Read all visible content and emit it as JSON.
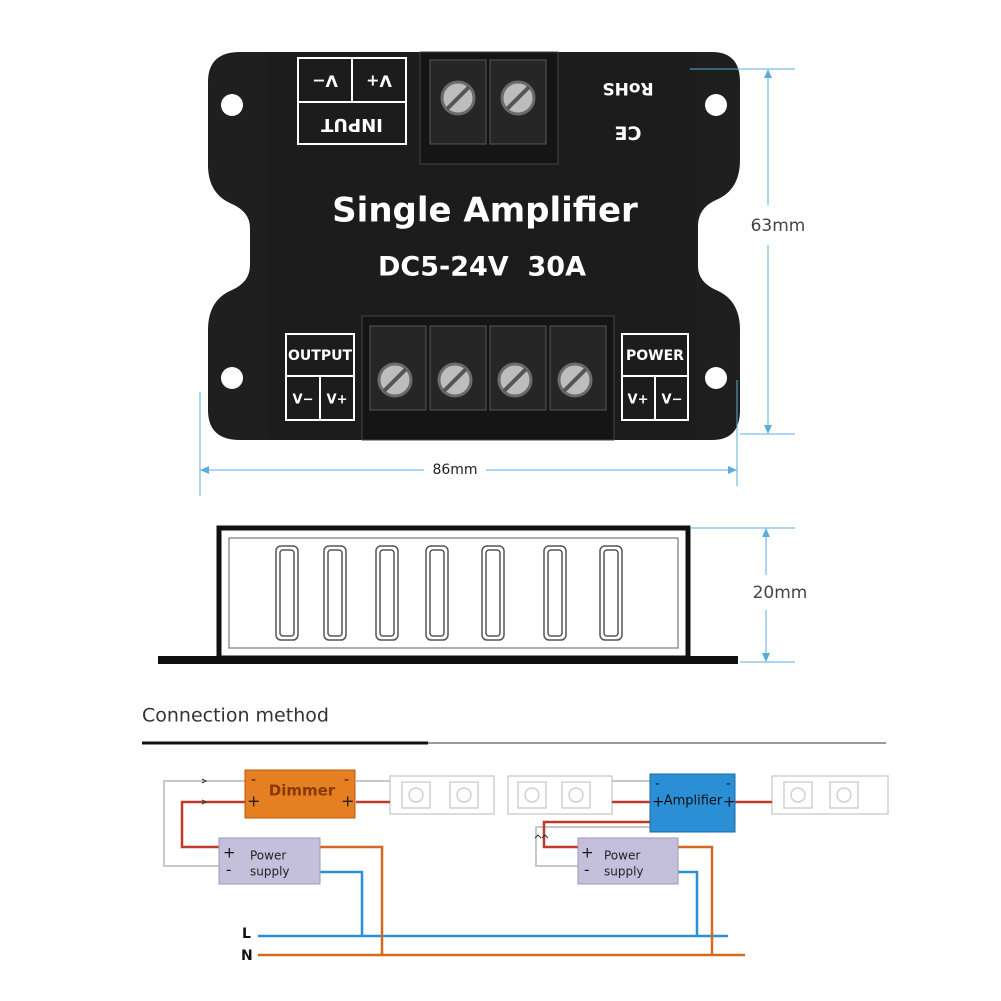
{
  "device": {
    "title": "Single Amplifier",
    "spec": "DC5-24V  30A",
    "input_label": "INPUT",
    "input_vplus": "V+",
    "input_vminus": "V−",
    "rohs": "RoHS",
    "ce": "CE",
    "output_label": "OUTPUT",
    "output_vminus": "V−",
    "output_vplus": "V+",
    "power_label": "POWER",
    "power_vplus": "V+",
    "power_vminus": "V−"
  },
  "dimensions": {
    "height": "63mm",
    "width": "86mm",
    "depth": "20mm"
  },
  "section": {
    "title": "Connection method"
  },
  "wiring": {
    "dimmer": "Dimmer",
    "amplifier": "Amplifier",
    "power_supply_line1": "Power",
    "power_supply_line2": "supply",
    "plus": "+",
    "minus": "-",
    "line_L": "L",
    "line_N": "N"
  },
  "colors": {
    "device_body": "#1f1f1f",
    "dim_line": "#5aaedc",
    "dimmer_box": "#e67e22",
    "amplifier_box": "#2a8fd4",
    "power_box": "#c4c0dc",
    "wire_red": "#c0392b",
    "wire_blue": "#2a8fd4",
    "wire_orange": "#d2691e"
  }
}
